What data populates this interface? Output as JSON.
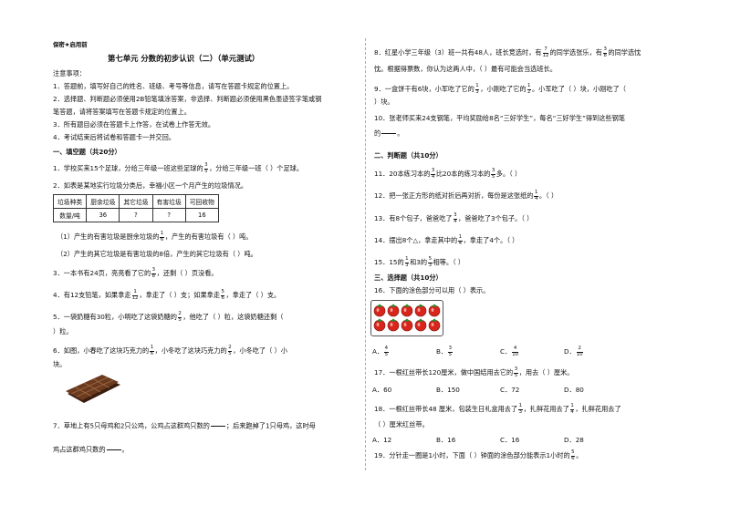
{
  "header": {
    "secret": "保密★启用前",
    "title": "第七单元  分数的初步认识（二）（单元测试）"
  },
  "notes": {
    "heading": "注意事项：",
    "items": [
      "1．答题前，填写好自己的姓名、班级、考号等信息，请写在答题卡规定的位置上。",
      "2．选择题、判断题必须使用2B铅笔填涂答案，非选择、判断题必须使用黑色墨迹签字笔或钢",
      "笔答题，请将答案填写在答题卡规定的位置上。",
      "3．所有题目必须在答题卡上作答，在试卷上作答无效。",
      "4．考试结束后将试卷和答题卡一并交回。"
    ]
  },
  "section1": "一、填空题（共20分）",
  "q1": {
    "a": "1．学校买来15个足球，分给三年级一班这些足球的",
    "n1": "3",
    "d1": "5",
    "b": "，分给三年级一班（          ）个足球。"
  },
  "q2": {
    "text": "2．如表是某地实行垃圾分类后，幸福小区一个月产生的垃圾情况。"
  },
  "table": {
    "header": [
      "垃圾种类",
      "厨余垃圾",
      "其它垃圾",
      "有害垃圾",
      "可回收物"
    ],
    "row": [
      "数量/吨",
      "36",
      "?",
      "?",
      "16"
    ]
  },
  "q2_1": {
    "a": "（1）产生的有害垃圾是厨余垃圾的",
    "n": "1",
    "d": "6",
    "b": "，产生的有害垃圾有（          ）吨。"
  },
  "q2_2": {
    "text": "（2）产生的其它垃圾是有害垃圾的8倍，产生的其它垃圾有（          ）吨。"
  },
  "q3": {
    "a": "3．一本书有24页，亮亮看了它的",
    "n": "3",
    "d": "8",
    "b": "，还剩（          ）页没看。"
  },
  "q4": {
    "a": "4．有12支铅笔，如果拿走",
    "n1": "1",
    "d1": "12",
    "b": "，拿走了（          ）支；如果拿走",
    "n2": "5",
    "d2": "6",
    "c": "，拿走了（          ）支。"
  },
  "q5": {
    "a": "5．一袋奶糖有30粒，小明吃了这袋奶糖的",
    "n": "2",
    "d": "5",
    "b": "，他吃了（          ）粒，这袋奶糖还剩（",
    "c": "）粒。"
  },
  "q6": {
    "a": "6．如图，小春吃了这块巧克力的",
    "n1": "1",
    "d1": "6",
    "b": "，小冬吃了这块巧克力的",
    "n2": "2",
    "d2": "5",
    "c": "，小冬吃了（          ）小",
    "d": "块。"
  },
  "q7": {
    "a": "7．草地上有5只母鸡和2只公鸡，公鸡占这群鸡只数的",
    "b": "；后来跑掉了1只母鸡，这时母",
    "c": "鸡占这群鸡只数的",
    "d": "。"
  },
  "q8": {
    "a": "8．红星小学三年级（3）班一共有48人，班长竞选时，有",
    "n1": "7",
    "d1": "12",
    "b": "的同学选张乐，有",
    "n2": "3",
    "d2": "8",
    "c": "的同学选忱",
    "d": "忱。根据得票数，你认为这两人中，（          ）最有可能会当选班长。"
  },
  "q9": {
    "a": "9．一盒饼干有6块，小军吃了它的",
    "n1": "1",
    "d1": "3",
    "b": "，小刚吃了它的",
    "n2": "1",
    "d2": "2",
    "c": "。小军吃了（          ）块，小刚吃了（"
  },
  "q9b": {
    "text": "）块。"
  },
  "q10": {
    "a": "10．张老师买来24支钢笔，平均奖励给8名“三好学生”，每名“三好学生”得到这些钢笔",
    "b": "的"
  },
  "section2": "二、判断题（共10分）",
  "q11": {
    "a": "11．20本练习本的",
    "n": "3",
    "d": "4",
    "b": "比20本的练习本的",
    "n2": "3",
    "d2": "5",
    "c": "多。（          ）"
  },
  "q12": {
    "a": "12．把一张正方形的纸对折后再对折，每份是这张纸的",
    "n": "1",
    "d": "4",
    "b": "。（          ）"
  },
  "q13": {
    "a": "13．有8个包子，爸爸吃了",
    "n": "3",
    "d": "4",
    "b": "，爸爸吃了3个包子。（          ）"
  },
  "q14": {
    "a": "14．摆出8个",
    "shape": "△",
    "b": "，拿走其中的",
    "n": "1",
    "d": "4",
    "c": "，拿走了4个。（          ）"
  },
  "q15": {
    "a": "15．15的",
    "n1": "1",
    "d1": "3",
    "b": "和3的",
    "n2": "5",
    "d2": "3",
    "c": "相等。（          ）"
  },
  "section3": "三、选择题（共10分）",
  "q16": {
    "text": "16．下面的涂色部分可以用（          ）表示。",
    "options": [
      {
        "label": "A．",
        "n": "4",
        "d": "5"
      },
      {
        "label": "B．",
        "n": "3",
        "d": "5"
      },
      {
        "label": "C．",
        "n": "4",
        "d": "10"
      },
      {
        "label": "D．",
        "n": "2",
        "d": "10"
      }
    ]
  },
  "q17": {
    "a": "17．一根红丝带长120厘米，做中国结用去它的",
    "n": "3",
    "d": "5",
    "b": "，用去（          ）厘米。",
    "options": [
      "A．60",
      "B．150",
      "C．72",
      "D．80"
    ]
  },
  "q18": {
    "a": "18．一根红丝带长48 厘米，包装生日礼盒用去了",
    "n1": "1",
    "d1": "3",
    "b": "，扎鲜花用去了",
    "n2": "1",
    "d2": "4",
    "c": "，扎鲜花用去了",
    "e": "（          ）厘米红丝带。",
    "options": [
      "A．12",
      "B．16",
      "C．16",
      "D．28"
    ]
  },
  "q19": {
    "a": "19．分针走一圈是1小时，下面（          ）钟面的涂色部分能表示1小时的",
    "n": "5",
    "d": "6",
    "b": "。"
  },
  "colors": {
    "fruit_red": "#d9261c",
    "fruit_leaf": "#2c8a2c",
    "chocolate": "#6b3a1f",
    "chocolate_dark": "#3b1d0d"
  }
}
